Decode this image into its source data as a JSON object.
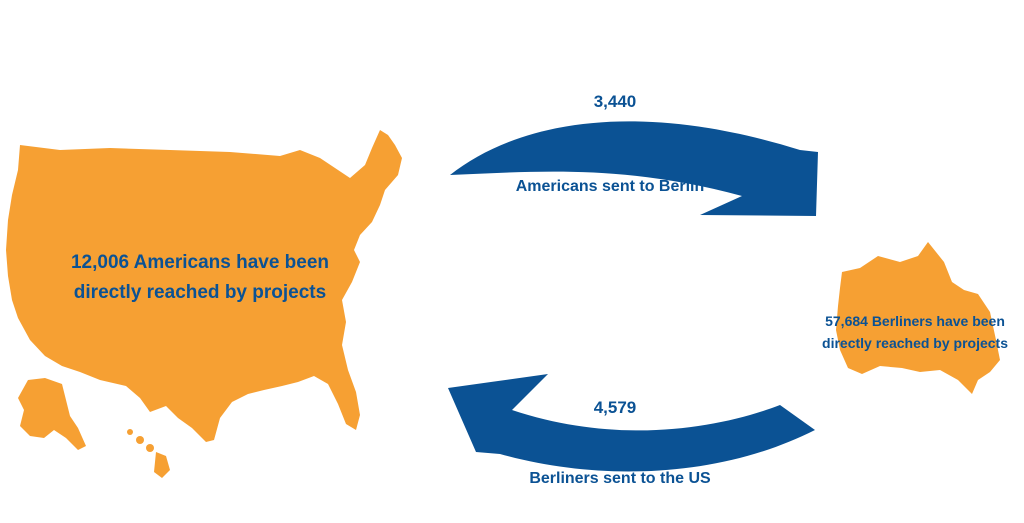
{
  "colors": {
    "map_fill": "#F6A033",
    "arrow": "#0B5294",
    "text": "#0B5294"
  },
  "usa": {
    "label": "12,006 Americans have been directly reached by projects"
  },
  "berlin": {
    "label": "57,684 Berliners have been directly reached by projects"
  },
  "flow_to_berlin": {
    "count": "3,440",
    "caption": "Americans sent to Berlin"
  },
  "flow_to_us": {
    "count": "4,579",
    "caption": "Berliners sent to the US"
  }
}
